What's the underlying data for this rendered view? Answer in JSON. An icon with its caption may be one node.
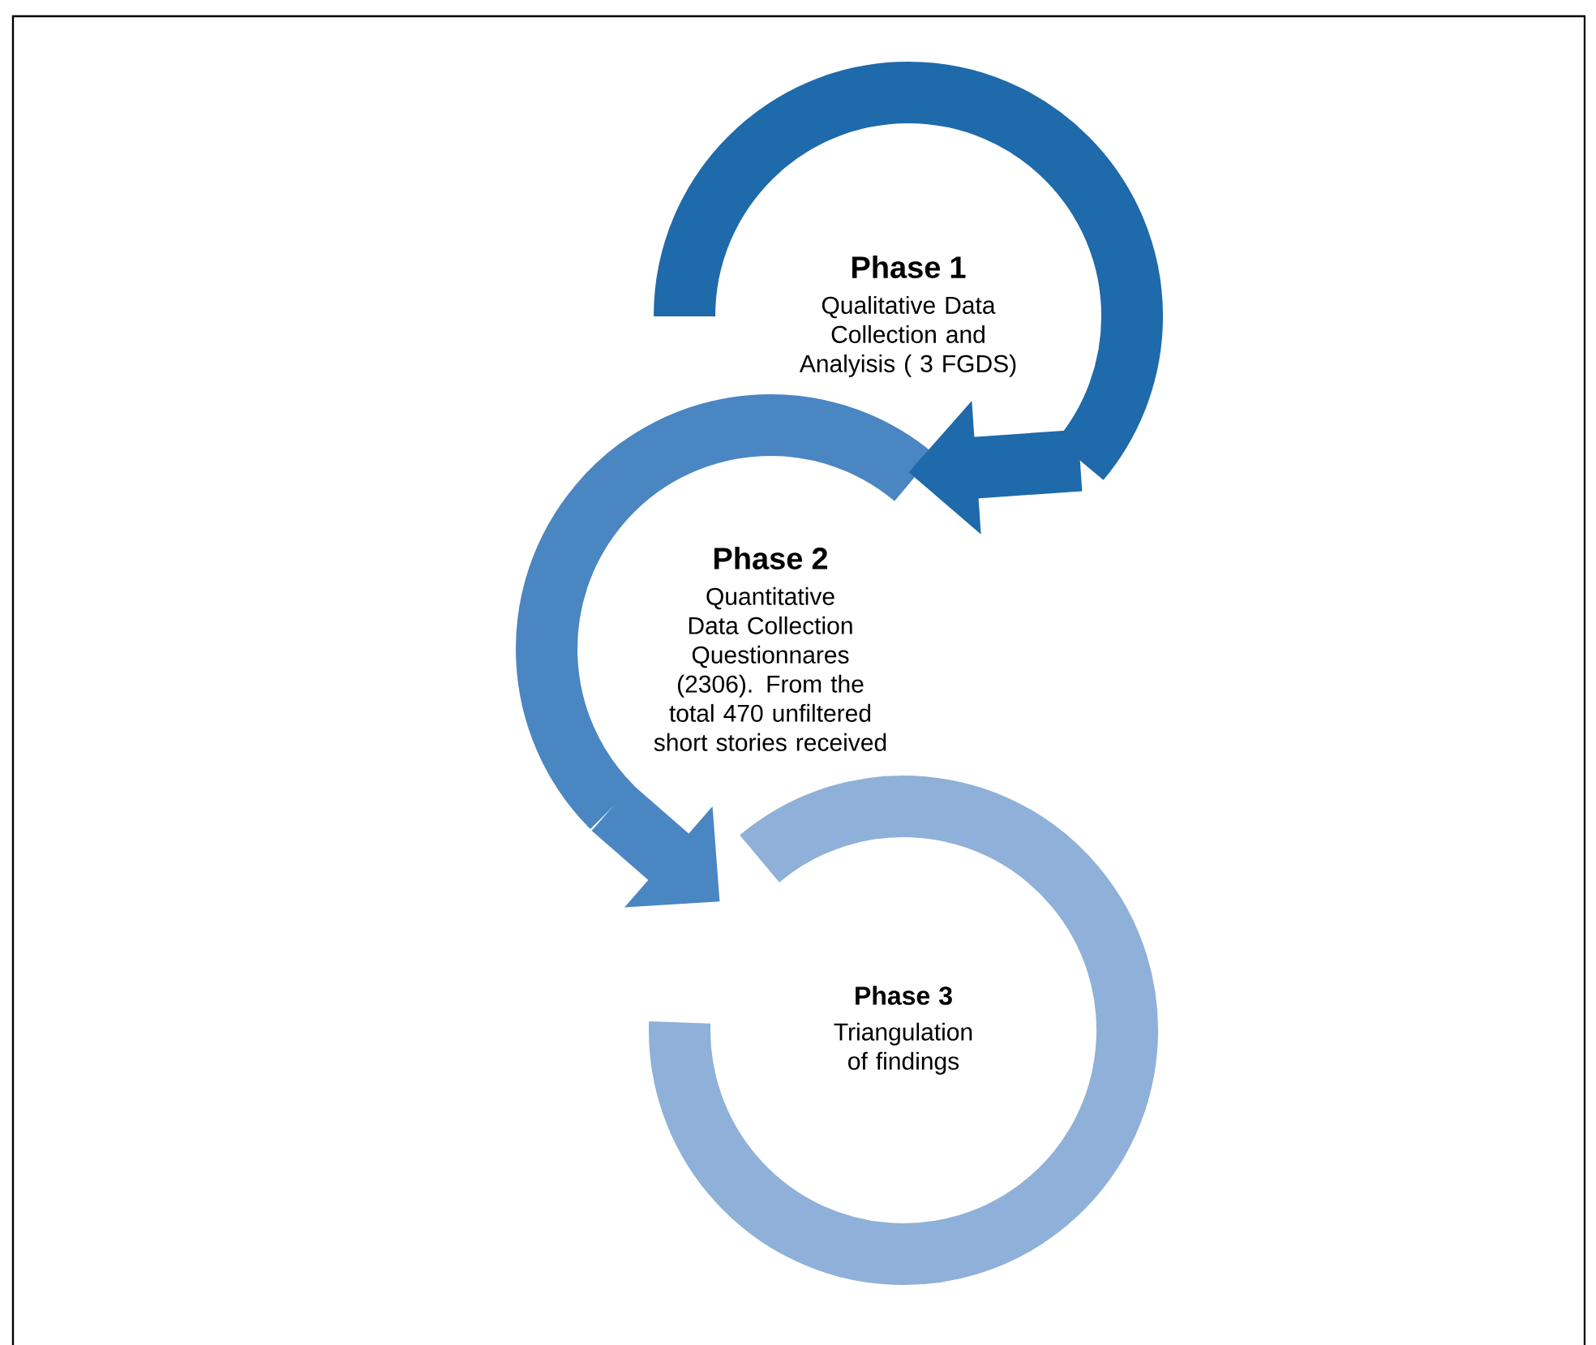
{
  "diagram": {
    "nodes": [
      {
        "text": [
          "Phase 1",
          "Qualitative Data Collection and Analyisis ( 3 FGDS)"
        ]
      },
      {
        "text": [
          "Phase 2",
          "Quantitative Data Collection Questionnares (2306). From the total 470 unfiltered short stories received"
        ]
      },
      {
        "text": [
          "Phase 3",
          "Triangulation of findings"
        ]
      }
    ],
    "edges": [
      {
        "from": 0,
        "to": 1,
        "arrow": "to",
        "color": "#1e6aab"
      },
      {
        "from": 1,
        "to": 2,
        "arrow": "to",
        "color": "#4a86c2"
      }
    ]
  }
}
